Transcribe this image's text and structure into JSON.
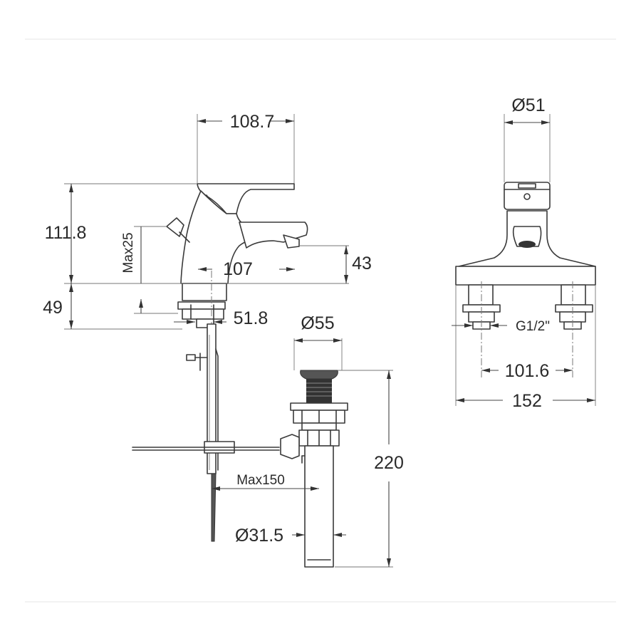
{
  "dimensions": {
    "top_width": "108.7",
    "total_height": "111.8",
    "max_pull": "Max25",
    "spout_reach": "107",
    "spout_height": "43",
    "base_height": "49",
    "base_offset": "51.8",
    "waste_dia": "Ø55",
    "waste_length": "220",
    "rod_length": "Max150",
    "tail_dia": "Ø31.5",
    "lever_dia": "Ø51",
    "thread": "G1/2\"",
    "centers": "101.6",
    "overall_width": "152"
  }
}
